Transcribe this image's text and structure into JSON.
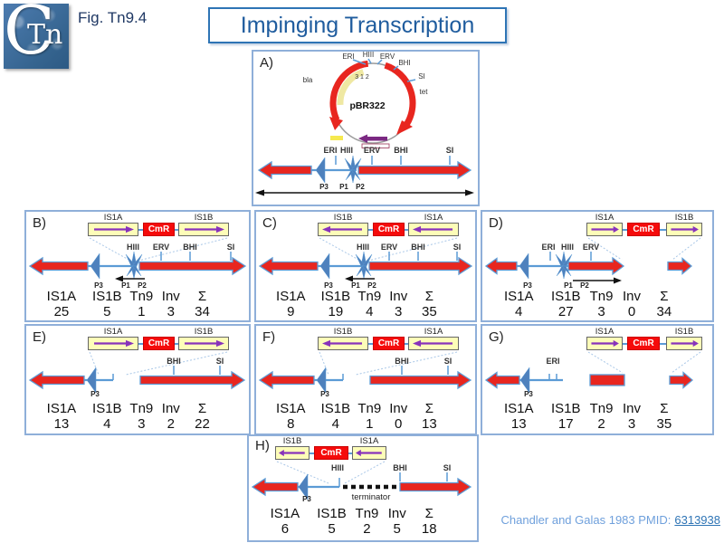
{
  "header": {
    "logo_c": "C",
    "logo_tn": "Tn",
    "fig_label": "Fig. Tn9.4",
    "title": "Impinging Transcription"
  },
  "citation": {
    "text": "Chandler and Galas 1983 PMID:",
    "pmid": "6313938"
  },
  "colors": {
    "red": "#E8261F",
    "blue": "#5B9BD5",
    "panel_border": "#8FAFD9",
    "title_blue": "#1F5C9E",
    "yellow_box": "#FDFDB8",
    "purple_arrow": "#8833BB",
    "cmr_red": "#F50B0B",
    "citation_blue": "#6FA0DC",
    "link_blue": "#2E74B5"
  },
  "shared": {
    "is1a": "IS1A",
    "is1b": "IS1B",
    "cmr": "CmR",
    "sites": {
      "eri": "ERI",
      "hiii": "HIII",
      "erv": "ERV",
      "bhi": "BHI",
      "si": "SI"
    },
    "prom": {
      "p3": "P3",
      "p1": "P1",
      "p2": "P2"
    },
    "terminator": "terminator",
    "table_headers": [
      "IS1A",
      "IS1B",
      "Tn9",
      "Inv",
      "Σ"
    ]
  },
  "plasmid": {
    "name": "pBR322",
    "bla": "bla",
    "tet": "tet",
    "promoter_numbers": "3 1 2"
  },
  "panels": {
    "A": {
      "label": "A)"
    },
    "B": {
      "label": "B)",
      "values": [
        "25",
        "5",
        "1",
        "3",
        "34"
      ]
    },
    "C": {
      "label": "C)",
      "values": [
        "9",
        "19",
        "4",
        "3",
        "35"
      ]
    },
    "D": {
      "label": "D)",
      "values": [
        "4",
        "27",
        "3",
        "0",
        "34"
      ]
    },
    "E": {
      "label": "E)",
      "values": [
        "13",
        "4",
        "3",
        "2",
        "22"
      ]
    },
    "F": {
      "label": "F)",
      "values": [
        "8",
        "4",
        "1",
        "0",
        "13"
      ]
    },
    "G": {
      "label": "G)",
      "values": [
        "13",
        "17",
        "2",
        "3",
        "35"
      ]
    },
    "H": {
      "label": "H)",
      "values": [
        "6",
        "5",
        "2",
        "5",
        "18"
      ]
    }
  }
}
